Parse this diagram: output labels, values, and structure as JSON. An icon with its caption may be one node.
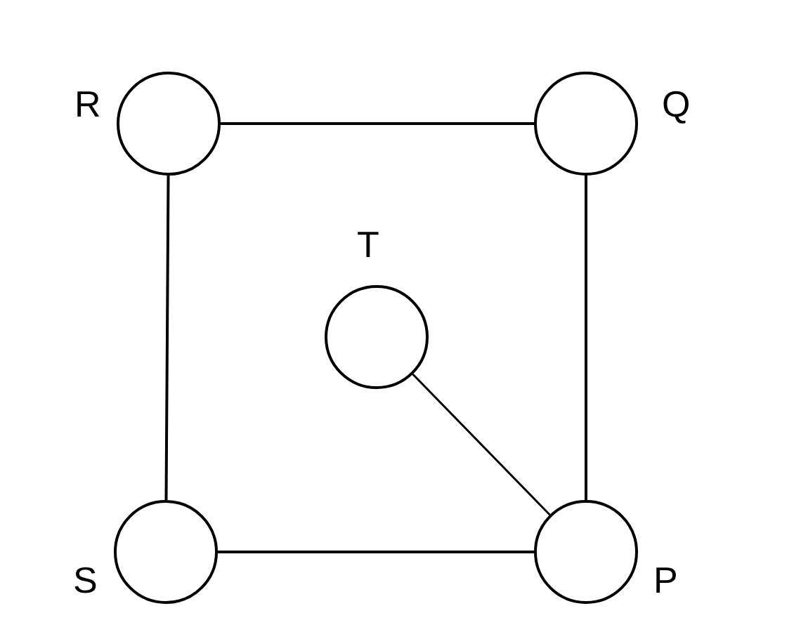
{
  "diagram": {
    "nodes": [
      {
        "text": [
          "R"
        ]
      },
      {
        "text": [
          "Q"
        ]
      },
      {
        "text": [
          "T"
        ]
      },
      {
        "text": [
          "S"
        ]
      },
      {
        "text": [
          "P"
        ]
      }
    ],
    "edges": [
      {
        "from": 0,
        "to": 1,
        "arrow": "none"
      },
      {
        "from": 1,
        "to": 4,
        "arrow": "none"
      },
      {
        "from": 0,
        "to": 3,
        "arrow": "none"
      },
      {
        "from": 3,
        "to": 4,
        "arrow": "none"
      },
      {
        "from": 2,
        "to": 4,
        "arrow": "none"
      }
    ]
  }
}
